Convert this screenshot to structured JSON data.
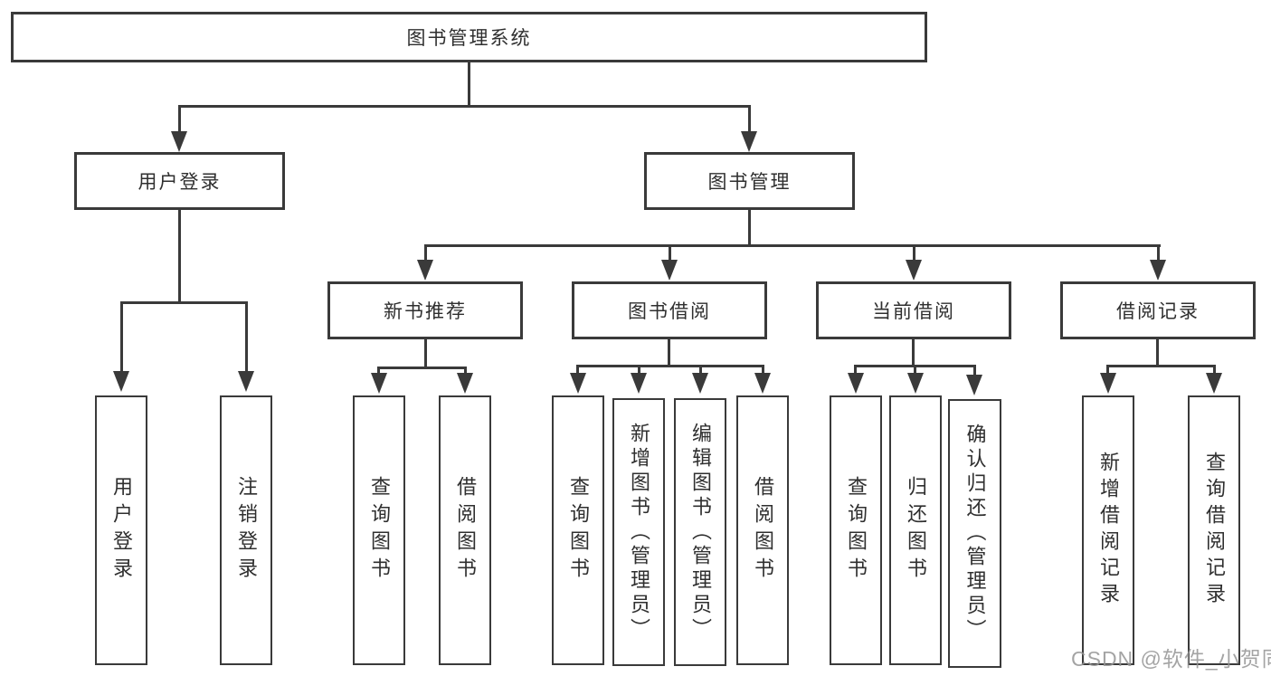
{
  "tree": {
    "label": "图书管理系统",
    "children": [
      {
        "label": "用户登录",
        "children": [
          {
            "label": "用户登录"
          },
          {
            "label": "注销登录"
          }
        ]
      },
      {
        "label": "图书管理",
        "children": [
          {
            "label": "新书推荐",
            "children": [
              {
                "label": "查询图书"
              },
              {
                "label": "借阅图书"
              }
            ]
          },
          {
            "label": "图书借阅",
            "children": [
              {
                "label": "查询图书"
              },
              {
                "label": "新增图书（管理员）"
              },
              {
                "label": "编辑图书（管理员）"
              },
              {
                "label": "借阅图书"
              }
            ]
          },
          {
            "label": "当前借阅",
            "children": [
              {
                "label": "查询图书"
              },
              {
                "label": "归还图书"
              },
              {
                "label": "确认归还（管理员）"
              }
            ]
          },
          {
            "label": "借阅记录",
            "children": [
              {
                "label": "新增借阅记录"
              },
              {
                "label": "查询借阅记录"
              }
            ]
          }
        ]
      }
    ]
  },
  "watermark": {
    "text": "CSDN @软件_小贺同学"
  },
  "colors": {
    "line": "#3a3a3a",
    "text": "#2f2f2f",
    "background": "#ffffff",
    "watermark": "#949494"
  }
}
